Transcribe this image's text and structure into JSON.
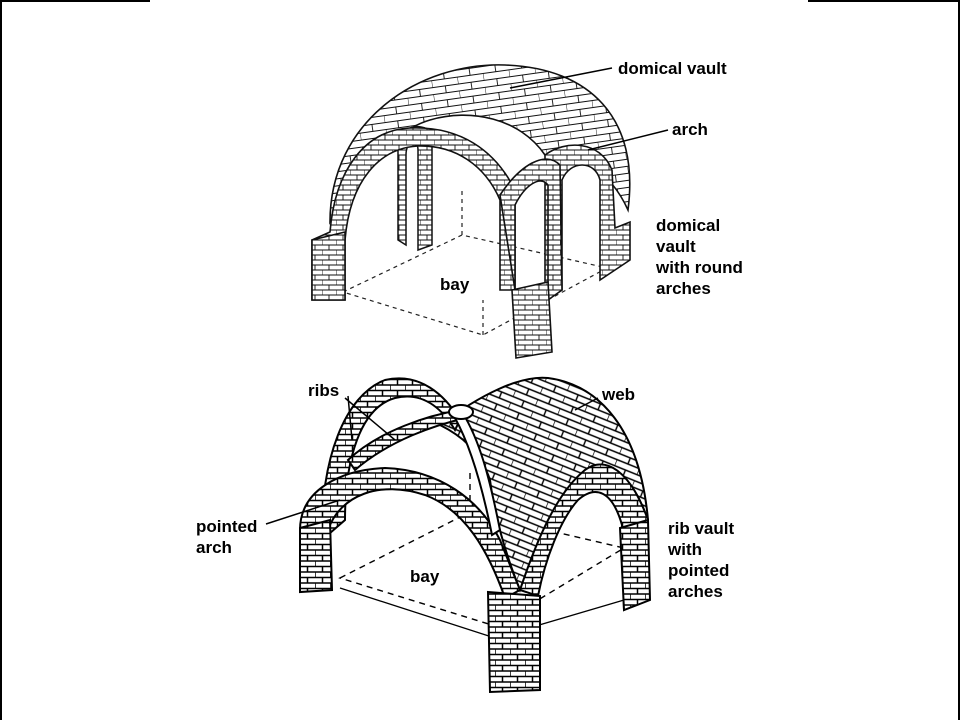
{
  "top_diagram": {
    "labels": {
      "domical_vault": "domical vault",
      "arch": "arch",
      "bay": "bay",
      "caption": [
        "domical",
        "vault",
        "with round",
        "arches"
      ]
    }
  },
  "bottom_diagram": {
    "labels": {
      "ribs": "ribs",
      "web": "web",
      "pointed_arch": [
        "pointed",
        "arch"
      ],
      "bay": "bay",
      "caption": [
        "rib vault",
        "with",
        "pointed",
        "arches"
      ]
    }
  }
}
